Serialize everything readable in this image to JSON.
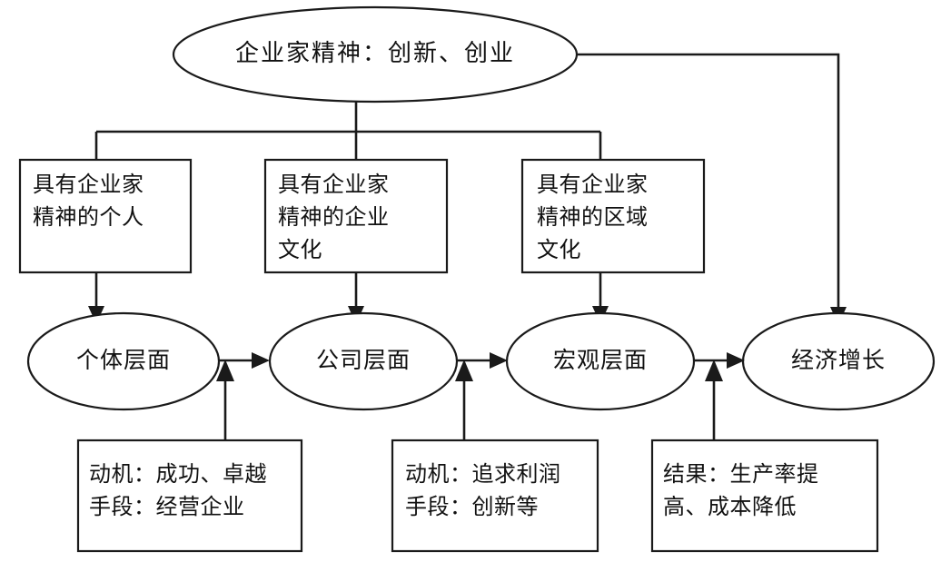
{
  "diagram": {
    "title_node": {
      "id": "entrepreneurship-root",
      "label": "企业家精神：创新、创业"
    },
    "trait_boxes": [
      {
        "id": "trait-individual",
        "label": "具有企业家\n精神的个人"
      },
      {
        "id": "trait-firm-culture",
        "label": "具有企业家\n精神的企业\n文化"
      },
      {
        "id": "trait-regional-culture",
        "label": "具有企业家\n精神的区域\n文化"
      }
    ],
    "level_nodes": [
      {
        "id": "level-individual",
        "label": "个体层面"
      },
      {
        "id": "level-company",
        "label": "公司层面"
      },
      {
        "id": "level-macro",
        "label": "宏观层面"
      },
      {
        "id": "level-growth",
        "label": "经济增长"
      }
    ],
    "detail_boxes": [
      {
        "id": "detail-individual",
        "label": "动机：成功、卓越\n手段：经营企业"
      },
      {
        "id": "detail-company",
        "label": "动机：追求利润\n手段：创新等"
      },
      {
        "id": "detail-macro",
        "label": "结果：生产率提\n高、成本降低"
      }
    ],
    "colors": {
      "stroke": "#1a1a1a",
      "fill": "#ffffff",
      "text": "#111111",
      "background": "#ffffff"
    }
  }
}
